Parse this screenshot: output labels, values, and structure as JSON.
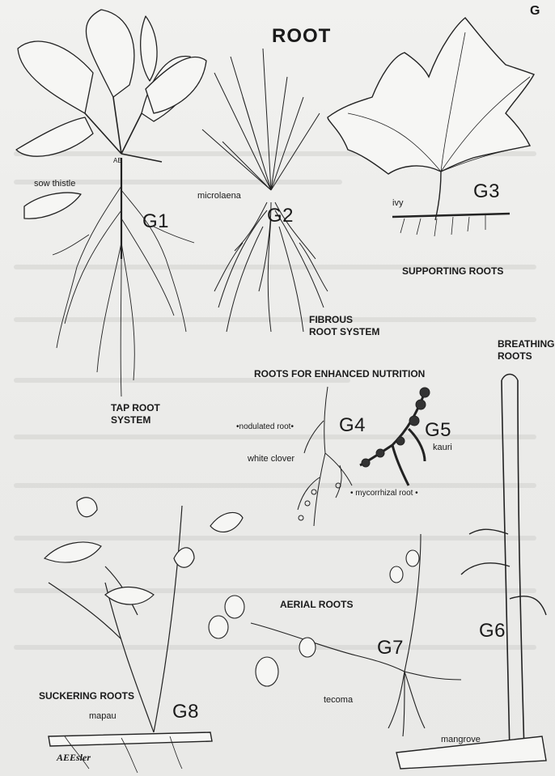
{
  "page_mark": "G",
  "title": "ROOT",
  "labels": {
    "sow_thistle": "sow thistle",
    "g1": "G1",
    "tap_root_1": "TAP ROOT",
    "tap_root_2": "SYSTEM",
    "microlaena": "microlaena",
    "g2": "G2",
    "fibrous_1": "FIBROUS",
    "fibrous_2": "ROOT SYSTEM",
    "ivy": "ivy",
    "g3": "G3",
    "supporting": "SUPPORTING ROOTS",
    "breathing_1": "BREATHING",
    "breathing_2": "ROOTS",
    "nutrition": "ROOTS FOR ENHANCED NUTRITION",
    "nodulated": "•nodulated root•",
    "g4": "G4",
    "white_clover": "white clover",
    "g5": "G5",
    "kauri": "kauri",
    "mycorrhizal": "• mycorrhizal root •",
    "aerial": "AERIAL ROOTS",
    "g6": "G6",
    "g7": "G7",
    "tecoma": "tecoma",
    "mangrove": "mangrove",
    "suckering": "SUCKERING ROOTS",
    "mapau": "mapau",
    "g8": "G8",
    "ae_mark": "AE",
    "signature": "AEEsler"
  }
}
